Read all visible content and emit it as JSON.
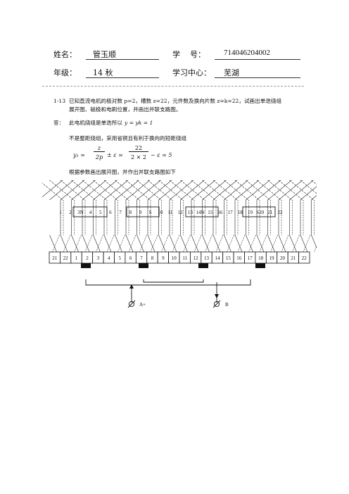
{
  "header": {
    "name_label": "姓名：",
    "name_value": "管玉顺",
    "id_label": "学    号：",
    "id_value": "714046204002",
    "grade_label": "年级：",
    "grade_value": "14 秋",
    "center_label": "学习中心：",
    "center_value": "芜湖"
  },
  "question": {
    "number": "1-13",
    "line1": "已知直流电机的极对数 p=2，槽数 z=22，元件数及换向片数 z=k=22，试画出单迭绕组",
    "line2": "展开图、磁极和电刷位置，并画出并联支路图。"
  },
  "answer": {
    "label": "答：",
    "line1": "此电机绕组是单迭所以",
    "eq1": "y = yk = 1",
    "line2": "不是整距绕组，采用省铜且有利于换向的短距绕组",
    "formula": {
      "lhs": "y₁ =",
      "f1_num": "z",
      "f1_den": "2p",
      "mid": "± ε =",
      "f2_num": "22",
      "f2_den": "2 × 2",
      "rhs": "− ε = 5"
    },
    "line3": "根据参数画出展开图，并作出并联支路图如下"
  },
  "diagram": {
    "slot_labels": [
      "1",
      "2",
      "3N",
      "4",
      "5",
      "6",
      "7",
      "8",
      "9",
      "S",
      "10",
      "11",
      "12",
      "13",
      "14N",
      "15",
      "16",
      "17",
      "18",
      "19",
      "S20",
      "21",
      "22"
    ],
    "commutator_labels": [
      "21",
      "22",
      "1",
      "2",
      "3",
      "4",
      "5",
      "6",
      "7",
      "8",
      "9",
      "10",
      "11",
      "12",
      "13",
      "14",
      "15",
      "16",
      "17",
      "18",
      "19",
      "20",
      "21",
      "22"
    ],
    "brush_labels": [
      "A+",
      "B"
    ]
  }
}
